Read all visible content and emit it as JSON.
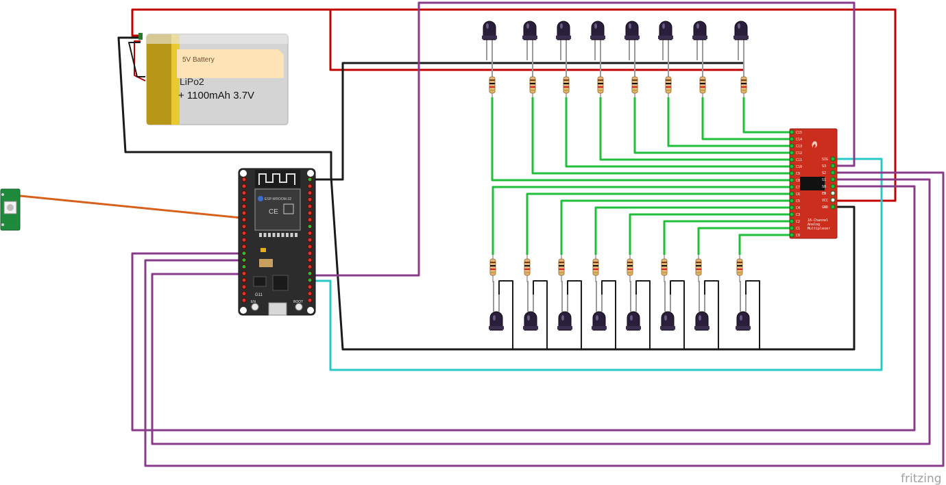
{
  "battery": {
    "label": "5V Battery",
    "spec": "+ 1100mAh 3.7V",
    "partial": "LiPo2 "
  },
  "mux": {
    "title_line1": "16-Channel",
    "title_line2": "Analog",
    "title_line3": "Multiplexer",
    "channel_pins": [
      "C15",
      "C14",
      "C13",
      "C12",
      "C11",
      "C10",
      "C9",
      "C8",
      "C7",
      "C6",
      "C5",
      "C4",
      "C3",
      "C2",
      "C1",
      "C0"
    ],
    "control_pins": [
      "SIG",
      "S3",
      "S2",
      "S1",
      "S0",
      "EN",
      "VCC",
      "GND"
    ]
  },
  "esp32": {
    "module_name": "ESP-WROOM-32",
    "boot_label": "BOOT",
    "en_label": "EN",
    "g11_label": "G11"
  },
  "watermark": "fritzing",
  "colors": {
    "power": "#c00000",
    "ground": "#1a1a1a",
    "signal": "#1fbf3a",
    "control": "#8a3a8a",
    "sig_line": "#29c8c8",
    "led_line": "#d8601a"
  }
}
